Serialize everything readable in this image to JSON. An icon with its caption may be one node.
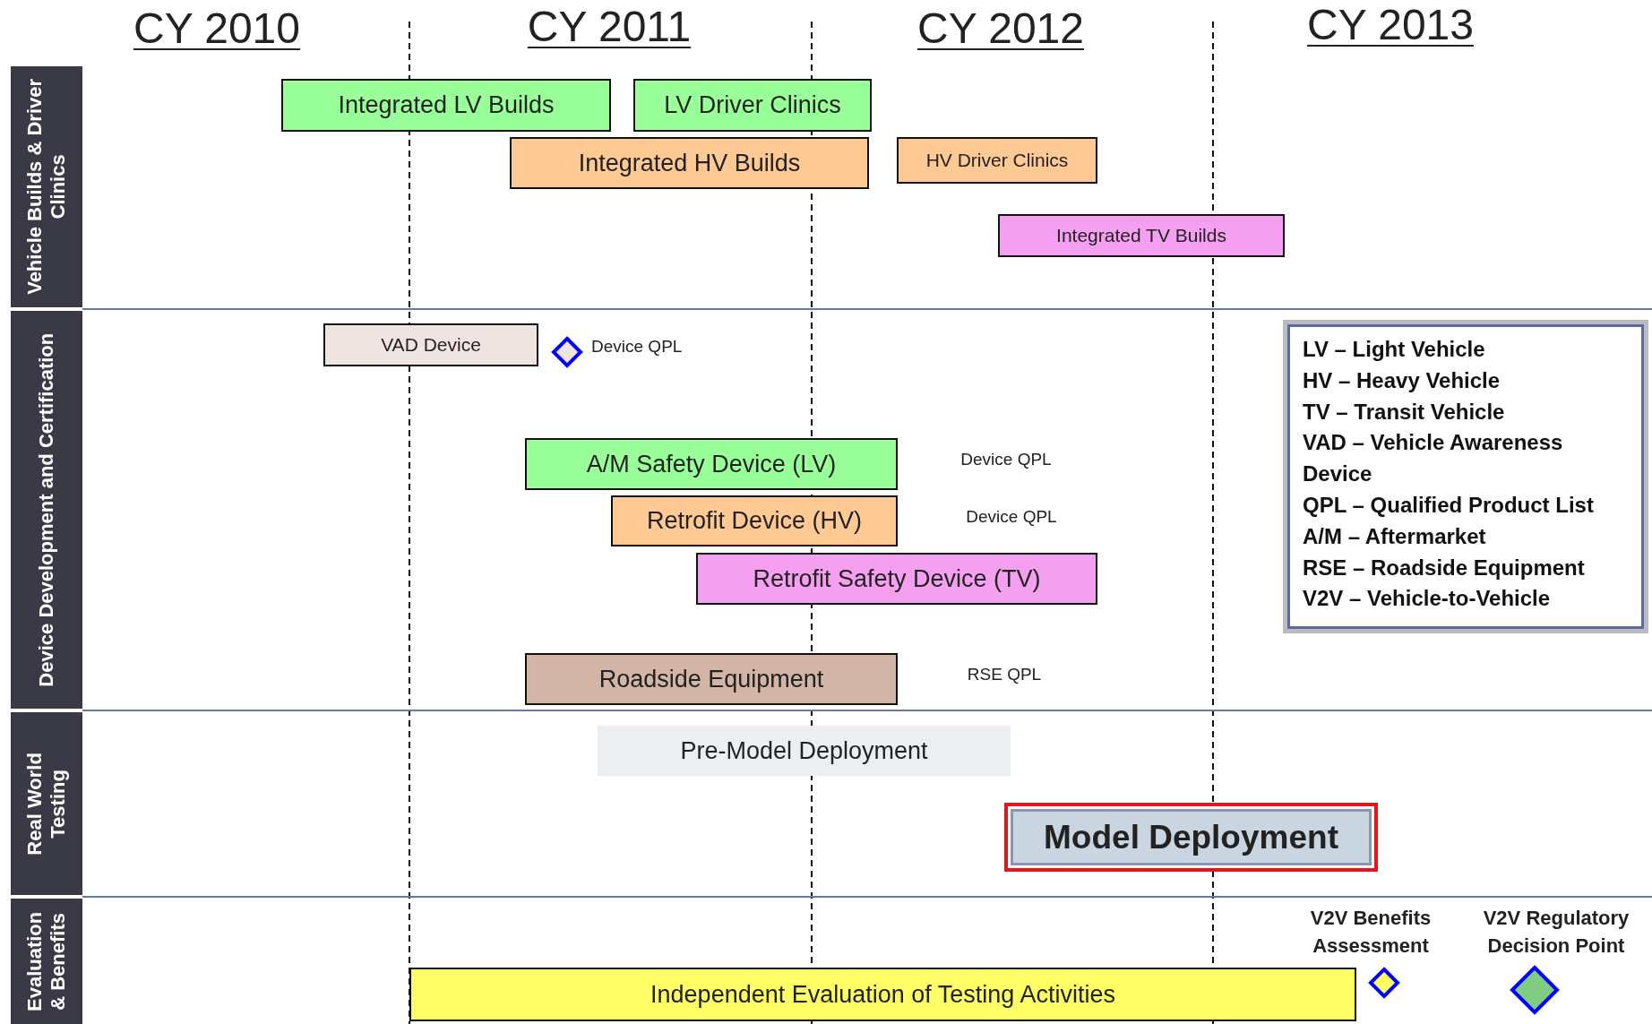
{
  "diagram": {
    "nodes": [
      {
        "text": [
          "Vehicle Builds & Driver Clinics"
        ]
      },
      {
        "text": [
          "Device Development and Certification"
        ]
      },
      {
        "text": [
          "Real World Testing"
        ]
      },
      {
        "text": [
          "Evaluation & Benefits"
        ]
      },
      {
        "text": [
          "Integrated LV Builds"
        ]
      },
      {
        "text": [
          "LV Driver Clinics"
        ]
      },
      {
        "text": [
          "Integrated HV Builds"
        ]
      },
      {
        "text": [
          "HV Driver Clinics"
        ]
      },
      {
        "text": [
          "Integrated TV Builds"
        ]
      },
      {
        "text": [
          "VAD Device"
        ]
      },
      {
        "text": [],
        "shape": "diamond",
        "beside": [
          "Device QPL"
        ]
      },
      {
        "text": [
          "LV – Light Vehicle",
          "HV – Heavy Vehicle",
          "TV – Transit Vehicle",
          "VAD – Vehicle Awareness Device",
          "QPL – Qualified Product List",
          "A/M – Aftermarket",
          "RSE – Roadside Equipment",
          "V2V – Vehicle-to-Vehicle"
        ]
      },
      {
        "text": [
          "A/M Safety Device (LV)"
        ]
      },
      {
        "text": [
          "Retrofit Device (HV)"
        ]
      },
      {
        "text": [
          "Retrofit Safety Device (TV)"
        ]
      },
      {
        "text": [
          "Roadside Equipment"
        ]
      },
      {
        "text": [
          "Pre-Model Deployment"
        ]
      },
      {
        "text": [
          "Model Deployment"
        ]
      },
      {
        "text": [],
        "shape": "diamond",
        "beside": [
          "V2V Benefits Assessment"
        ]
      },
      {
        "text": [],
        "shape": "diamond",
        "beside": [
          "V2V Regulatory Decision Point"
        ]
      },
      {
        "text": [
          "Independent Evaluation of Testing Activities"
        ]
      }
    ],
    "labels": [
      "CY 2010",
      "CY 2011",
      "CY 2012",
      "CY 2013",
      "Device QPL",
      "Device QPL",
      "RSE QPL"
    ]
  }
}
